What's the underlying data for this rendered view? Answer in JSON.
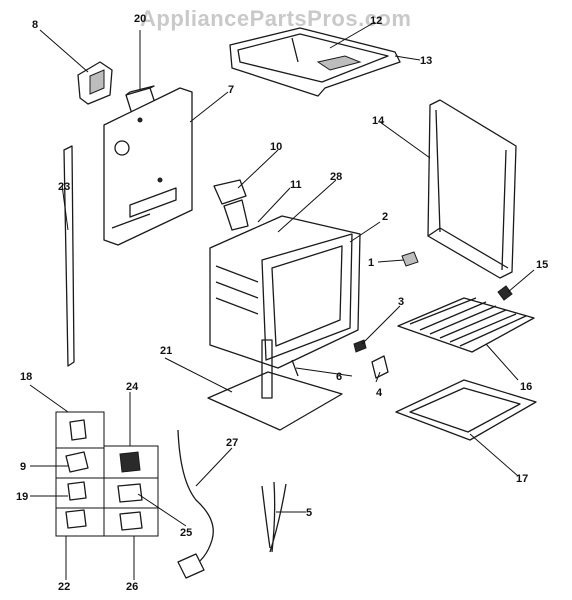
{
  "watermark": "AppliancePartsPros.com",
  "labels": {
    "l1": "1",
    "l2": "2",
    "l3": "3",
    "l4": "4",
    "l5": "5",
    "l6": "6",
    "l7": "7",
    "l8": "8",
    "l9": "9",
    "l10": "10",
    "l11": "11",
    "l12": "12",
    "l13": "13",
    "l14": "14",
    "l15": "15",
    "l16": "16",
    "l17": "17",
    "l18": "18",
    "l19": "19",
    "l20": "20",
    "l21": "21",
    "l22": "22",
    "l23": "23",
    "l24": "24",
    "l25": "25",
    "l26": "26",
    "l27": "27",
    "l28": "28"
  }
}
